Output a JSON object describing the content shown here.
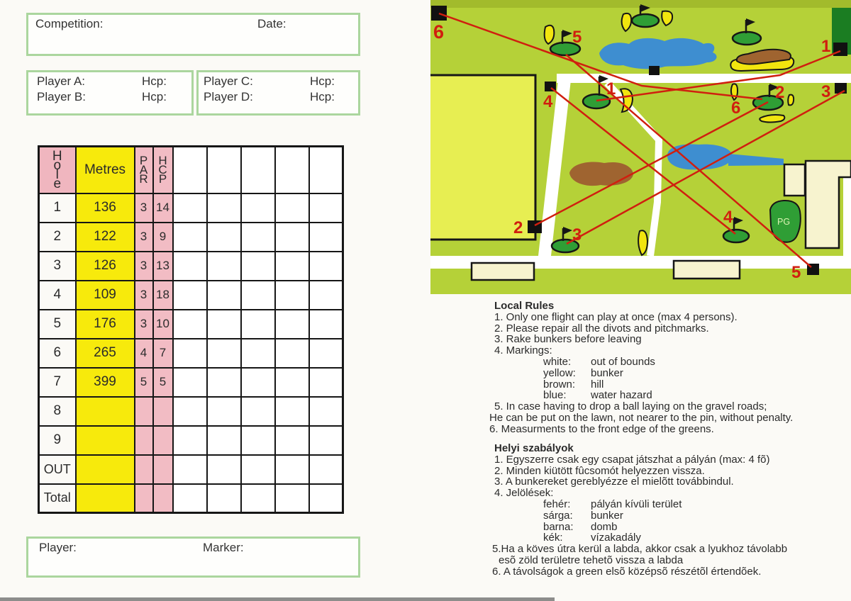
{
  "scorecard": {
    "competition_label": "Competition:",
    "date_label": "Date:",
    "players": {
      "a": "Player A:",
      "b": "Player B:",
      "c": "Player C:",
      "d": "Player D:",
      "hcp_a": "Hcp:",
      "hcp_b": "Hcp:",
      "hcp_c": "Hcp:",
      "hcp_d": "Hcp:"
    },
    "table": {
      "headers": {
        "hole": "H\no\nl\ne",
        "metres": "Metres",
        "par": "P\nA\nR",
        "hcp": "H\nC\nP"
      },
      "rows": [
        {
          "hole": "1",
          "metres": "136",
          "par": "3",
          "hcp": "14"
        },
        {
          "hole": "2",
          "metres": "122",
          "par": "3",
          "hcp": "9"
        },
        {
          "hole": "3",
          "metres": "126",
          "par": "3",
          "hcp": "13"
        },
        {
          "hole": "4",
          "metres": "109",
          "par": "3",
          "hcp": "18"
        },
        {
          "hole": "5",
          "metres": "176",
          "par": "3",
          "hcp": "10"
        },
        {
          "hole": "6",
          "metres": "265",
          "par": "4",
          "hcp": "7"
        },
        {
          "hole": "7",
          "metres": "399",
          "par": "5",
          "hcp": "5"
        },
        {
          "hole": "8",
          "metres": "",
          "par": "",
          "hcp": ""
        },
        {
          "hole": "9",
          "metres": "",
          "par": "",
          "hcp": ""
        },
        {
          "hole": "OUT",
          "metres": "",
          "par": "",
          "hcp": ""
        },
        {
          "hole": "Total",
          "metres": "",
          "par": "",
          "hcp": ""
        }
      ]
    },
    "player_label": "Player:",
    "marker_label": "Marker:"
  },
  "map": {
    "labels": {
      "t1": "1",
      "t2": "2",
      "t3": "3",
      "t4": "4",
      "t5": "5",
      "t6": "6",
      "g1": "1",
      "g2": "2",
      "g3": "3",
      "g4": "4",
      "g5": "5",
      "g6": "6",
      "pg": "PG"
    },
    "colors": {
      "course_green": "#b5d138",
      "out_of_bounds_yellow": "#e7ee52",
      "road_white": "#ffffff",
      "water_blue": "#3e8ed0",
      "putting_green": "#2f9e35",
      "bunker_yellow": "#f2e50e",
      "hill_brown": "#9f6430",
      "building_cream": "#f7f3cf",
      "line_red": "#d01f0f",
      "dark_green": "#1b7d22"
    }
  },
  "local_rules": {
    "title": "Local Rules",
    "lines": [
      "1. Only one flight can play at once (max 4 persons).",
      "2. Please repair all the divots and pitchmarks.",
      "3. Rake bunkers before leaving",
      "4. Markings:"
    ],
    "markings": [
      {
        "color": "white:",
        "meaning": "out of bounds"
      },
      {
        "color": "yellow:",
        "meaning": "bunker"
      },
      {
        "color": "brown:",
        "meaning": "hill"
      },
      {
        "color": "blue:",
        "meaning": "water hazard"
      }
    ],
    "after": [
      "5. In case having to drop a ball laying on the gravel roads;",
      "He can be put on the lawn, not nearer to the pin, without penalty.",
      "6. Measurments to the front edge of the greens."
    ]
  },
  "hungarian_rules": {
    "title": "Helyi szabályok",
    "lines": [
      "1. Egyszerre csak egy csapat játszhat a pályán (max: 4 fõ)",
      "2. Minden kiütött fûcsomót helyezzen vissza.",
      "3. A bunkereket gereblyézze el mielõtt továbbindul.",
      "4. Jelölések:"
    ],
    "markings": [
      {
        "color": "fehér:",
        "meaning": "pályán kívüli terület"
      },
      {
        "color": "sárga:",
        "meaning": "bunker"
      },
      {
        "color": "barna:",
        "meaning": "domb"
      },
      {
        "color": "kék:",
        "meaning": "vízakadály"
      }
    ],
    "after": [
      "5.Ha a köves útra kerül a labda, akkor csak a lyukhoz távolabb",
      "esõ zöld területre tehetõ vissza a labda",
      "6. A távolságok a green elsõ középsõ részétõl értendõek."
    ]
  }
}
